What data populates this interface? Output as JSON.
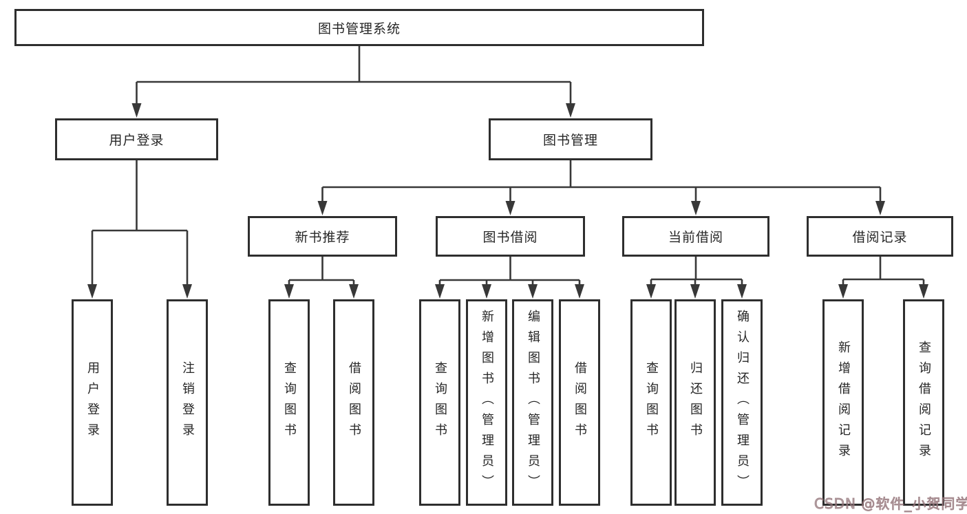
{
  "tree": {
    "root": "图书管理系统",
    "children": [
      {
        "label": "用户登录",
        "children": [
          "用户登录",
          "注销登录"
        ]
      },
      {
        "label": "图书管理",
        "children": [
          {
            "label": "新书推荐",
            "children": [
              "查询图书",
              "借阅图书"
            ]
          },
          {
            "label": "图书借阅",
            "children": [
              "查询图书",
              "新增图书（管理员）",
              "编辑图书（管理员）",
              "借阅图书"
            ]
          },
          {
            "label": "当前借阅",
            "children": [
              "查询图书",
              "归还图书",
              "确认归还（管理员）"
            ]
          },
          {
            "label": "借阅记录",
            "children": [
              "新增借阅记录",
              "查询借阅记录"
            ]
          }
        ]
      }
    ]
  },
  "watermark": {
    "text": "CSDN @软件_小贺同学",
    "color": "#967378"
  },
  "colors": {
    "box_border": "#2e2e2e",
    "connector_line": "#383838",
    "text": "#262626",
    "background": "#ffffff"
  }
}
